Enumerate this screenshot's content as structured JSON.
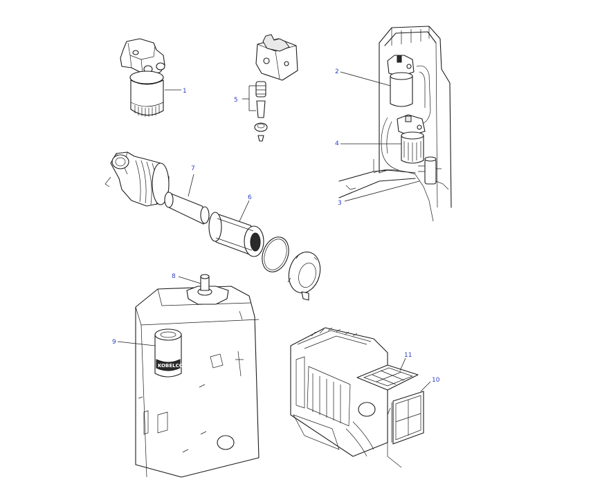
{
  "callouts": {
    "c1": "1",
    "c2": "2",
    "c3": "3",
    "c4": "4",
    "c5": "5",
    "c6": "6",
    "c7": "7",
    "c8": "8",
    "c9": "9",
    "c10": "10",
    "c11": "11"
  },
  "filter_label_text": "KOBELCO",
  "colors": {
    "line": "#1a1a1a",
    "callout": "#2b3dc4",
    "background": "#ffffff"
  }
}
